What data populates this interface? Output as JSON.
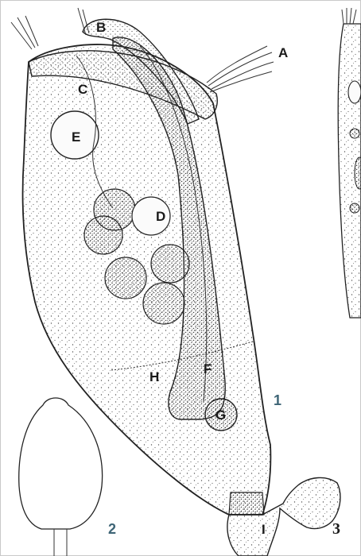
{
  "labels": {
    "A": "A",
    "B": "B",
    "C": "C",
    "D": "D",
    "E": "E",
    "F": "F",
    "G": "G",
    "H": "H",
    "I": "I"
  },
  "figure_numbers": {
    "fig1": "1",
    "fig2": "2",
    "fig3": "3"
  },
  "colors": {
    "ink": "#222222",
    "figure_number": "#3e6576",
    "frame": "#c9c9c9"
  }
}
